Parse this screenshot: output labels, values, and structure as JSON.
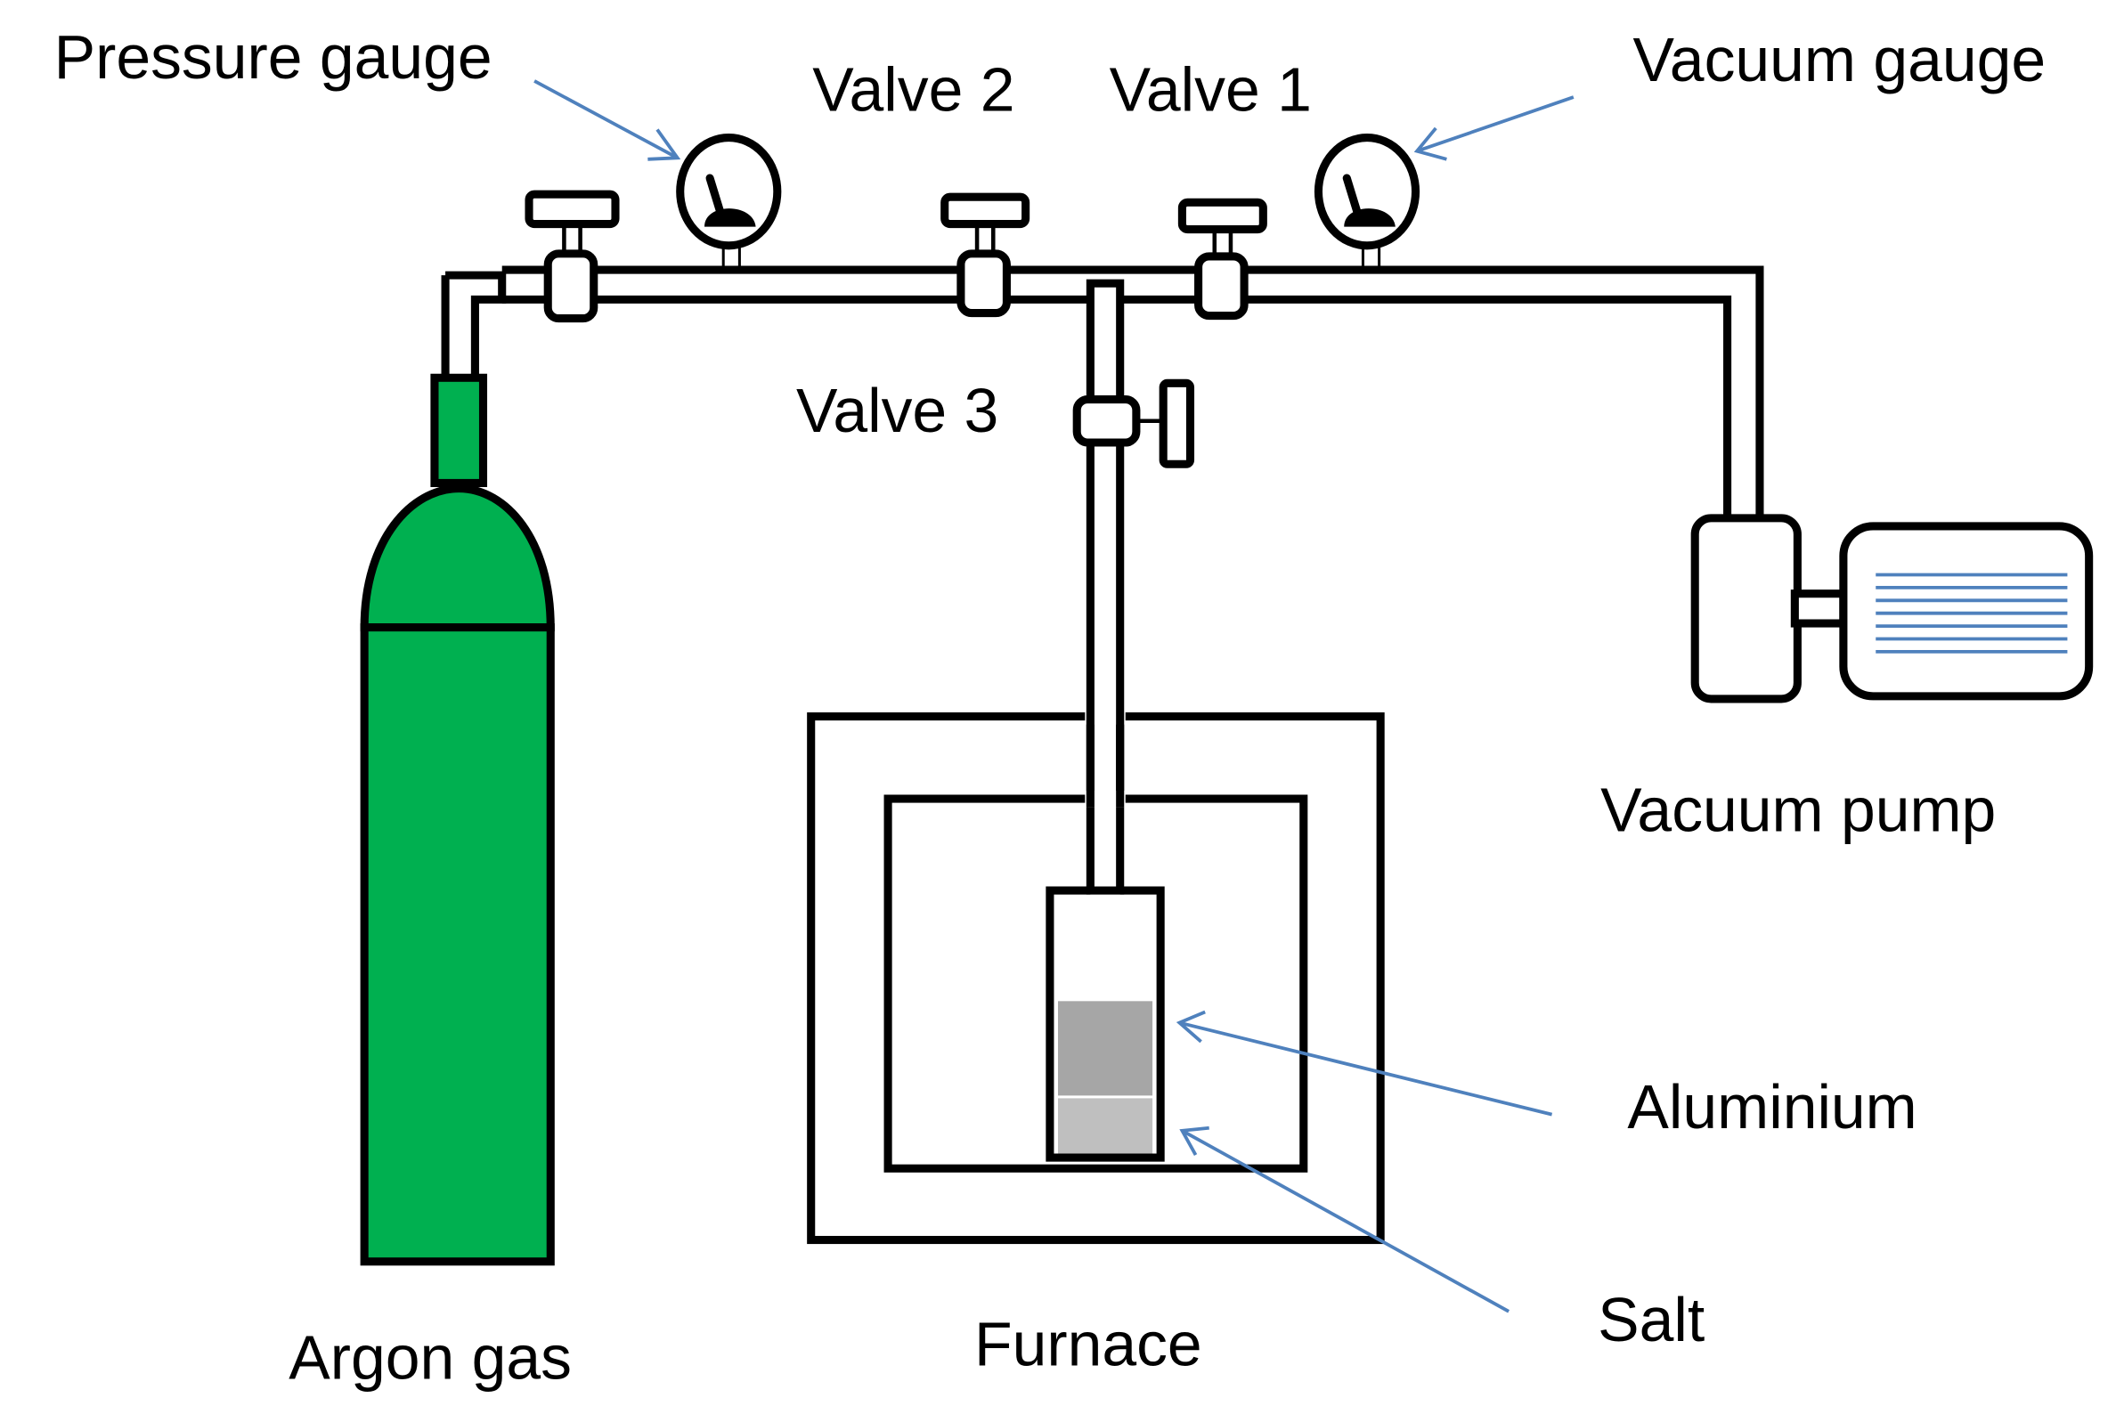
{
  "figure": {
    "labels": {
      "pressure_gauge": "Pressure gauge",
      "valve_2": "Valve 2",
      "valve_1": "Valve 1",
      "vacuum_gauge": "Vacuum gauge",
      "valve_3": "Valve 3",
      "vacuum_pump": "Vacuum pump",
      "aluminium": "Aluminium",
      "salt": "Salt",
      "argon_gas": "Argon gas",
      "furnace": "Furnace"
    },
    "colors": {
      "cylinder": "#00b050",
      "arrow": "#4f81bd",
      "motor_lines": "#4f81bd",
      "aluminium": "#a6a6a6",
      "salt": "#bfbfbf"
    },
    "motor_line_count": 7
  }
}
